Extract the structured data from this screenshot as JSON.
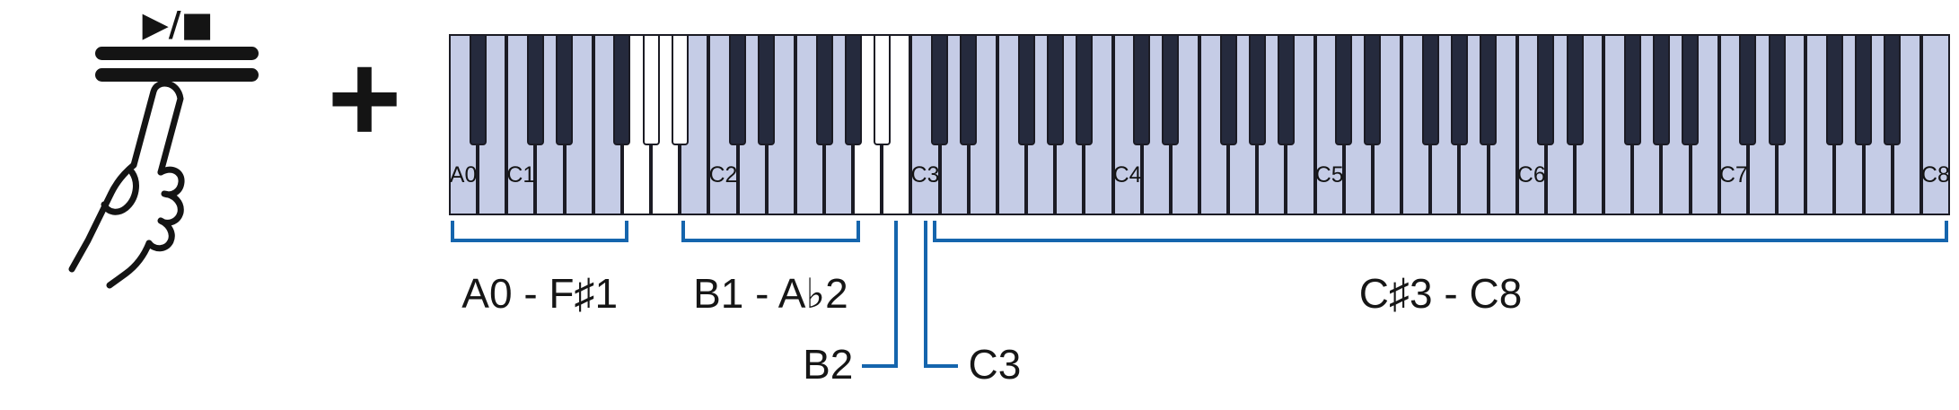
{
  "icons": {
    "play_stop_label": "▶/■",
    "plus": "+"
  },
  "keyboard": {
    "range": {
      "start": "A0",
      "end": "C8"
    },
    "key_labels": [
      {
        "note": "A0",
        "text": "A0"
      },
      {
        "note": "C1",
        "text": "C1"
      },
      {
        "note": "C2",
        "text": "C2"
      },
      {
        "note": "C3",
        "text": "C3"
      },
      {
        "note": "C4",
        "text": "C4"
      },
      {
        "note": "C5",
        "text": "C5"
      },
      {
        "note": "C6",
        "text": "C6"
      },
      {
        "note": "C7",
        "text": "C7"
      },
      {
        "note": "C8",
        "text": "C8"
      }
    ],
    "shaded_ranges": [
      {
        "from": "A0",
        "to": "F#1"
      },
      {
        "from": "B1",
        "to": "G#2"
      },
      {
        "from": "C3",
        "to": "C8"
      }
    ],
    "colors": {
      "shaded_white_key": "#c5cce6",
      "unshaded_white_key": "#ffffff",
      "shaded_black_key": "#252a3d",
      "unshaded_black_key": "#ffffff",
      "key_border": "#1b1b24"
    }
  },
  "annotations": {
    "accent_color": "#1565ad",
    "brackets": [
      {
        "label": "A0 - F♯1",
        "from": "A0",
        "to": "F#1"
      },
      {
        "label": "B1 - A♭2",
        "from": "B1",
        "to": "G#2"
      },
      {
        "label": "C♯3 - C8",
        "from": "C#3",
        "to": "C8"
      }
    ],
    "callouts": [
      {
        "label": "B2",
        "note": "B2",
        "side": "left"
      },
      {
        "label": "C3",
        "note": "C3",
        "side": "right"
      }
    ]
  }
}
